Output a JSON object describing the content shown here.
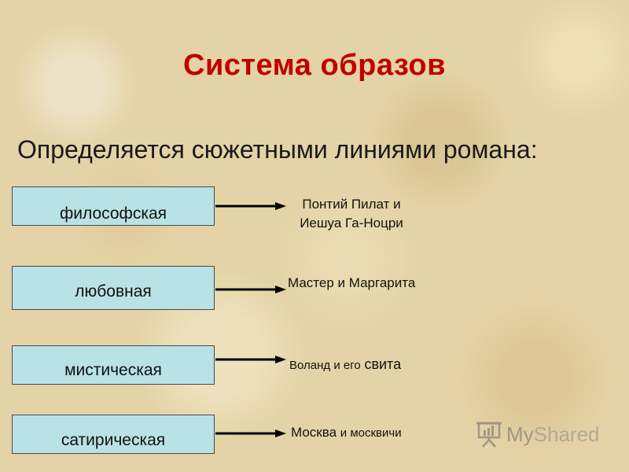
{
  "slide": {
    "title": "Система образов",
    "subtitle": "Определяется сюжетными линиями романа:"
  },
  "lines": [
    {
      "type": "философская",
      "target_line1": "Понтий Пилат и",
      "target_line2": "Иешуа Га-Ноцри"
    },
    {
      "type": "любовная",
      "target": "Мастер и Маргарита"
    },
    {
      "type": "мистическая",
      "target_part1": "Воланд и его",
      "target_part2": "свита"
    },
    {
      "type": "сатирическая",
      "target_part1": "Москва",
      "target_part2": "и москвичи"
    }
  ],
  "watermark": {
    "brand_part1": "My",
    "brand_part2": "Shared",
    "icon": "presentation-board-icon"
  },
  "colors": {
    "title": "#c00000",
    "box_fill": "#b9e2e6",
    "background": "#e4d3a6"
  }
}
